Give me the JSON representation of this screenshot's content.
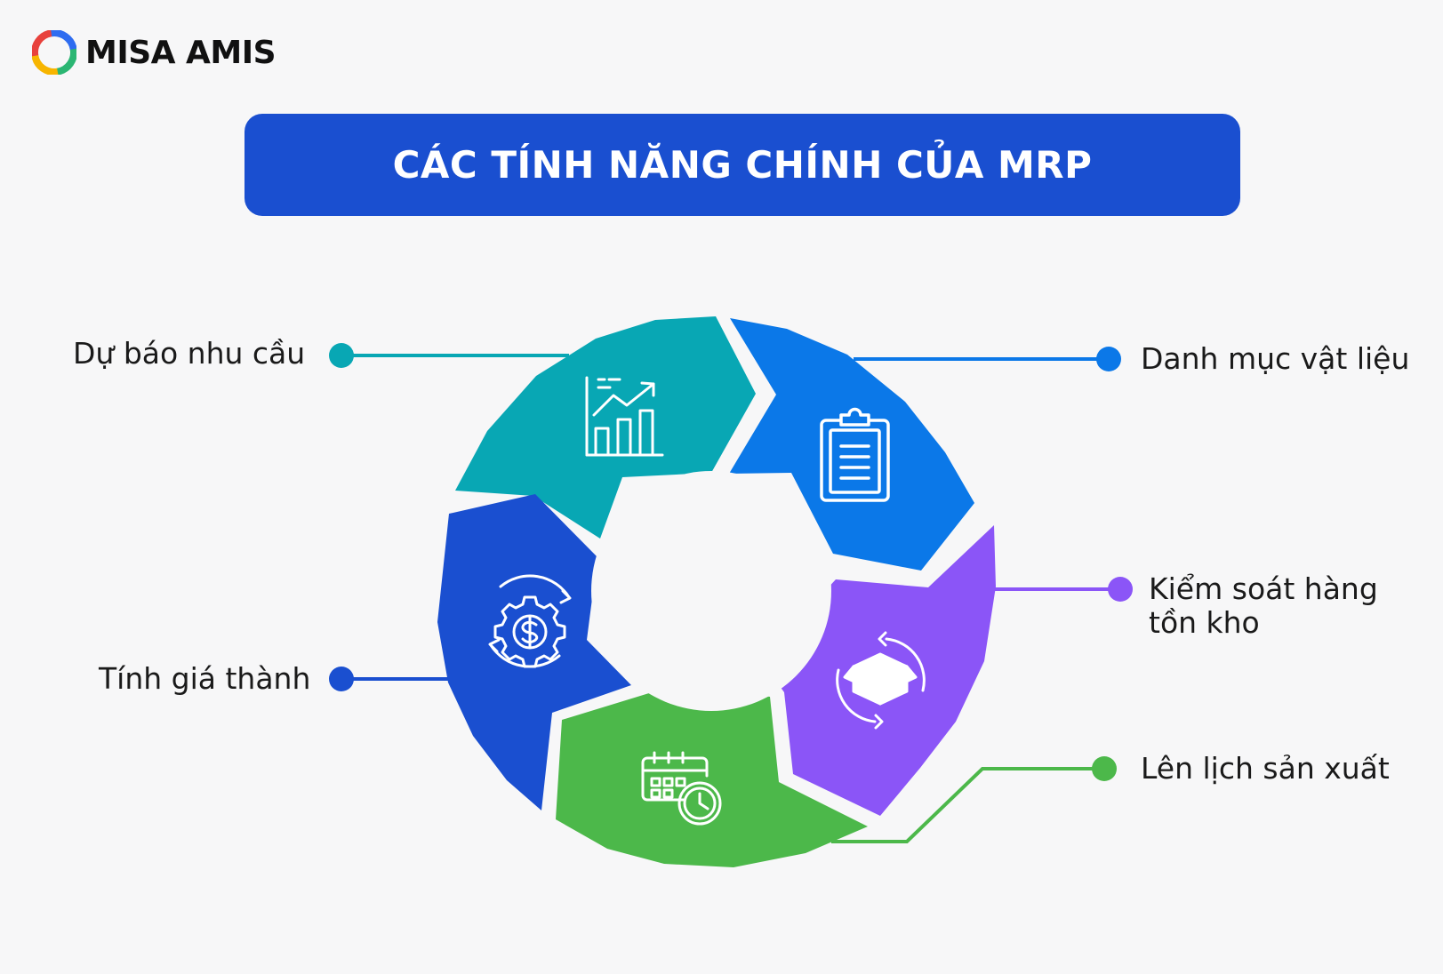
{
  "brand": {
    "name": "MISA AMIS"
  },
  "title": "CÁC TÍNH NĂNG CHÍNH CỦA MRP",
  "colors": {
    "title_bg": "#1a4fd0",
    "teal": "#08a7b4",
    "blue": "#0b78e8",
    "purple": "#8b55f7",
    "green": "#4cb84a",
    "navy": "#1a4fd0"
  },
  "features": [
    {
      "label_line1": "Dự báo nhu cầu",
      "label_line2": "",
      "icon": "chart-growth-icon",
      "color": "#08a7b4"
    },
    {
      "label_line1": "Danh mục vật liệu",
      "label_line2": "",
      "icon": "clipboard-icon",
      "color": "#0b78e8"
    },
    {
      "label_line1": "Kiểm soát hàng",
      "label_line2": "tồn kho",
      "icon": "box-cycle-icon",
      "color": "#8b55f7"
    },
    {
      "label_line1": "Lên lịch sản xuất",
      "label_line2": "",
      "icon": "calendar-clock-icon",
      "color": "#4cb84a"
    },
    {
      "label_line1": "Tính giá thành",
      "label_line2": "",
      "icon": "gear-dollar-icon",
      "color": "#1a4fd0"
    }
  ]
}
